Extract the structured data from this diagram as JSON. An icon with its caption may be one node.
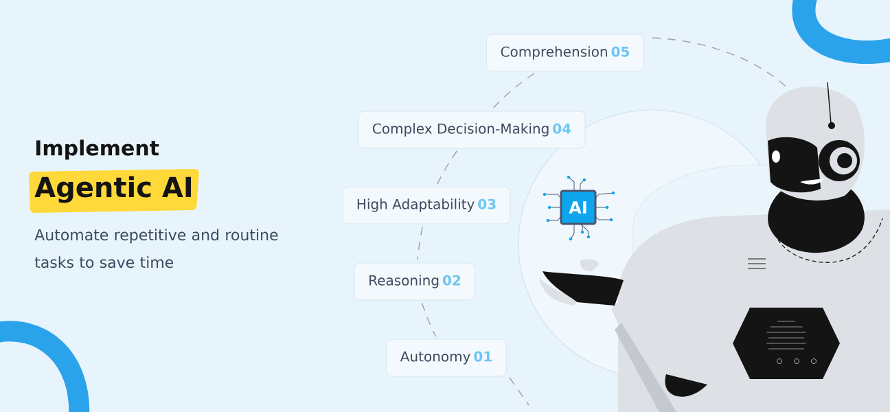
{
  "diagram": {
    "title": "Implement",
    "nodes": [
      {
        "text": [
          "Comprehension",
          "05"
        ]
      },
      {
        "text": [
          "Complex Decision-Making",
          "04"
        ]
      },
      {
        "text": [
          "High Adaptability",
          "03"
        ]
      },
      {
        "text": [
          "Reasoning",
          "02"
        ]
      },
      {
        "text": [
          "Autonomy",
          "01"
        ]
      }
    ],
    "edges": [
      {
        "from": 0,
        "to": 1,
        "arrow": "none",
        "style": "dashed"
      },
      {
        "from": 1,
        "to": 2,
        "arrow": "none",
        "style": "dashed"
      },
      {
        "from": 2,
        "to": 3,
        "arrow": "none",
        "style": "dashed"
      },
      {
        "from": 3,
        "to": 4,
        "arrow": "none",
        "style": "dashed"
      }
    ],
    "labels": [
      "Agentic AI",
      "Automate repetitive and routine tasks to save time",
      "AI"
    ]
  }
}
